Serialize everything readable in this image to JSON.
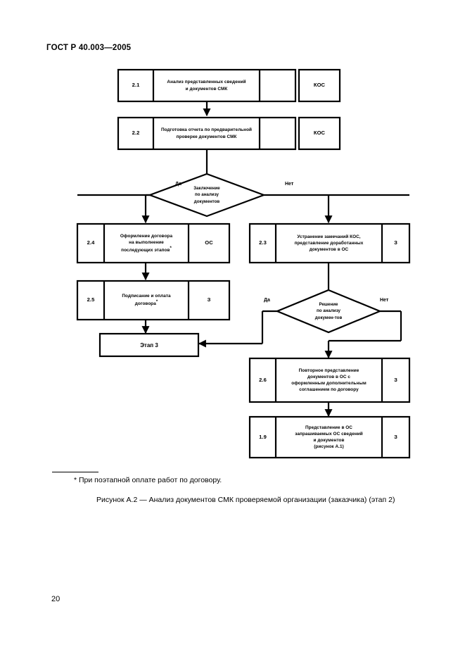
{
  "document": {
    "standard_header": "ГОСТ Р 40.003—2005",
    "page_number": "20",
    "footnote": "* При поэтапной оплате работ по договору.",
    "figure_caption": "Рисунок А.2 — Анализ документов СМК проверяемой организации (заказчика) (этап 2)"
  },
  "chart_data": {
    "type": "diagram",
    "title": "Рисунок А.2 — Анализ документов СМК проверяемой организации (заказчика) (этап 2)",
    "nodes": [
      {
        "id": "2.1",
        "kind": "process",
        "number": "2.1",
        "text": "Анализ представленных сведений и документов СМК",
        "actor": "КОС"
      },
      {
        "id": "2.2",
        "kind": "process",
        "number": "2.2",
        "text": "Подготовка отчета по предварительной проверке документов СМК",
        "actor": "КОС"
      },
      {
        "id": "d1",
        "kind": "decision",
        "text": "Заключение по анализу документов",
        "yes_label": "Да",
        "no_label": "Нет"
      },
      {
        "id": "2.4",
        "kind": "process",
        "number": "2.4",
        "text": "Оформление договора на выполнение последующих этапов*",
        "actor": "ОС"
      },
      {
        "id": "2.3",
        "kind": "process",
        "number": "2.3",
        "text": "Устранение замечаний КОС, представление доработанных документов в ОС",
        "actor": "З"
      },
      {
        "id": "2.5",
        "kind": "process",
        "number": "2.5",
        "text": "Подписание и оплата договора*",
        "actor": "З"
      },
      {
        "id": "d2",
        "kind": "decision",
        "text": "Решение по анализу документов",
        "yes_label": "Да",
        "no_label": "Нет"
      },
      {
        "id": "stage3",
        "kind": "terminator",
        "text": "Этап 3"
      },
      {
        "id": "2.6",
        "kind": "process",
        "number": "2.6",
        "text": "Повторное представление документов в ОС с оформленным дополнительным соглашением по договору",
        "actor": "З"
      },
      {
        "id": "1.9",
        "kind": "process",
        "number": "1.9",
        "text": "Представление в ОС запрашиваемых ОС сведений и документов (рисунок А.1)",
        "actor": "З"
      }
    ],
    "edges": [
      {
        "from": "2.1",
        "to": "2.2",
        "label": ""
      },
      {
        "from": "2.2",
        "to": "d1",
        "label": ""
      },
      {
        "from": "d1",
        "to": "2.4",
        "label": "Да"
      },
      {
        "from": "d1",
        "to": "2.3",
        "label": "Нет"
      },
      {
        "from": "2.4",
        "to": "2.5",
        "label": ""
      },
      {
        "from": "2.5",
        "to": "stage3",
        "label": ""
      },
      {
        "from": "2.3",
        "to": "d2",
        "label": ""
      },
      {
        "from": "d2",
        "to": "stage3",
        "label": "Да"
      },
      {
        "from": "d2",
        "to": "2.6",
        "label": "Нет"
      },
      {
        "from": "2.6",
        "to": "1.9",
        "label": ""
      }
    ]
  },
  "boxes": {
    "b21": {
      "number": "2.1",
      "line1": "Анализ представленных сведений",
      "line2": "и документов СМК",
      "actor": "КОС"
    },
    "b22": {
      "number": "2.2",
      "line1": "Подготовка отчета по предварительной",
      "line2": "проверке документов СМК",
      "actor": "КОС"
    },
    "b24": {
      "number": "2.4",
      "line1": "Оформление договора",
      "line2": "на выполнение",
      "line3": "последующих этапов",
      "actor": "ОС"
    },
    "b23": {
      "number": "2.3",
      "line1": "Устранение замечаний КОС,",
      "line2": "представление доработанных",
      "line3": "документов в ОС",
      "actor": "З"
    },
    "b25": {
      "number": "2.5",
      "line1": "Подписание и оплата",
      "line2": "договора",
      "actor": "З"
    },
    "b26": {
      "number": "2.6",
      "line1": "Повторное представление",
      "line2": "документов в ОС с",
      "line3": "оформленным дополнительным",
      "line4": "соглашением по договору",
      "actor": "З"
    },
    "b19": {
      "number": "1.9",
      "line1": "Представление в ОС",
      "line2": "запрашиваемых ОС сведений",
      "line3": "и документов",
      "line4": "(рисунок А.1)",
      "actor": "З"
    },
    "stage3": {
      "text": "Этап 3"
    }
  },
  "decisions": {
    "d1": {
      "line1": "Заключение",
      "line2": "по анализу",
      "line3": "документов",
      "yes": "Да",
      "no": "Нет"
    },
    "d2": {
      "line1": "Решение",
      "line2": "по анализу",
      "line3": "докумен-тов",
      "yes": "Да",
      "no": "Нет"
    }
  },
  "colors": {
    "line": "#000000",
    "background": "#ffffff",
    "text": "#000000"
  }
}
